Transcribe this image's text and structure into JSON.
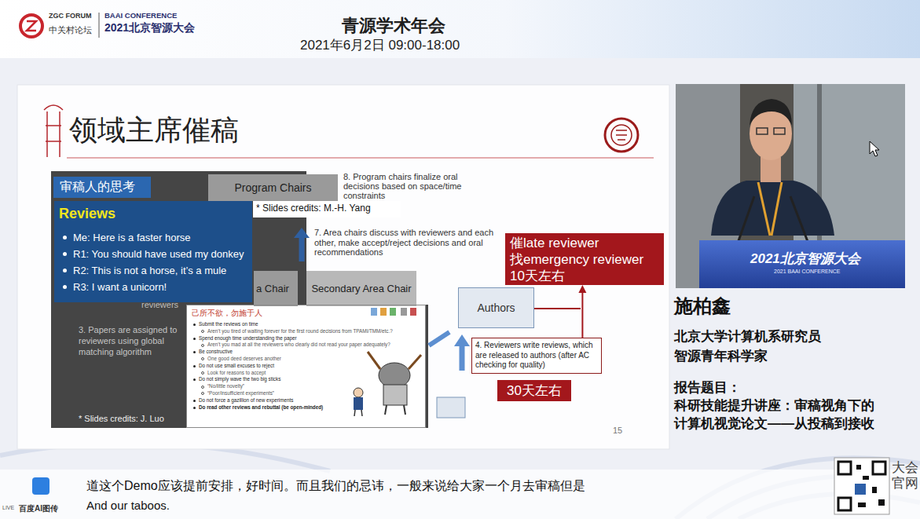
{
  "diagram": {
    "title": "领域主席催稿",
    "nodes": [
      {
        "text": [
          "审稿人的思考"
        ]
      },
      {
        "text": [
          "Reviews",
          "Me: Here is a faster horse",
          "R1: You should have used my donkey",
          "R2: This is not a horse, it’s a mule",
          "R3: I want a unicorn!"
        ]
      },
      {
        "text": [
          "Program Chairs"
        ]
      },
      {
        "text": [
          "* Slides credits: M.-H. Yang"
        ]
      },
      {
        "text": [
          "a Chair"
        ]
      },
      {
        "text": [
          "Secondary Area Chair"
        ]
      },
      {
        "text": [
          "Authors"
        ]
      },
      {
        "text": [
          "催late reviewer",
          "找emergency reviewer",
          "10天左右"
        ]
      },
      {
        "text": [
          "4. Reviewers write reviews, which are released to authors (after AC checking for quality)"
        ]
      },
      {
        "text": [
          "30天左右"
        ]
      },
      {
        "text": [
          "己所不欲，勿施于人",
          "Submit the reviews on time",
          "Aren’t you tired of waiting forever for the first round decisions from TPAMI/TMM/etc.?",
          "Spend enough time understanding the paper",
          "Aren’t you mad at all the reviewers who clearly did not read your paper adequately?",
          "Be constructive",
          "One good deed deserves another",
          "Do not use small excuses to reject",
          "Look for reasons to accept",
          "Do not simply wave the two big sticks",
          "“No/little novelty”",
          "“Poor/insufficient experiments”",
          "Do not force a gazillion of new experiments",
          "Do read other reviews and rebuttal (be open-minded)"
        ]
      }
    ],
    "edges": [
      {
        "from": 8,
        "to": 7,
        "arrow": "to"
      }
    ],
    "labels": [
      "ZGC FORUM",
      "中关村论坛",
      "BAAI CONFERENCE",
      "2021北京智源大会",
      "青源学术年会",
      "2021年6月2日 09:00-18:00",
      "8. Program chairs finalize oral decisions based on space/time constraints",
      "7. Area chairs discuss with reviewers and each other, make accept/reject decisions and oral recommendations",
      "reviewers",
      "3. Papers are assigned to reviewers using global matching algorithm",
      "* Slides credits: J. Luo",
      "15",
      "2021北京智源大会",
      "2021 BAAI CONFERENCE",
      "施柏鑫",
      "北京大学计算机系研究员",
      "智源青年科学家",
      "报告题目：",
      "科研技能提升讲座：审稿视角下的 计算机视觉论文——从投稿到接收",
      "道这个Demo应该提前安排，好时间。而且我们的忌讳，一般来说给大家一个月去审稿但是",
      "And our taboos.",
      "百度AI图传",
      "LIVE",
      "大会官网"
    ]
  }
}
